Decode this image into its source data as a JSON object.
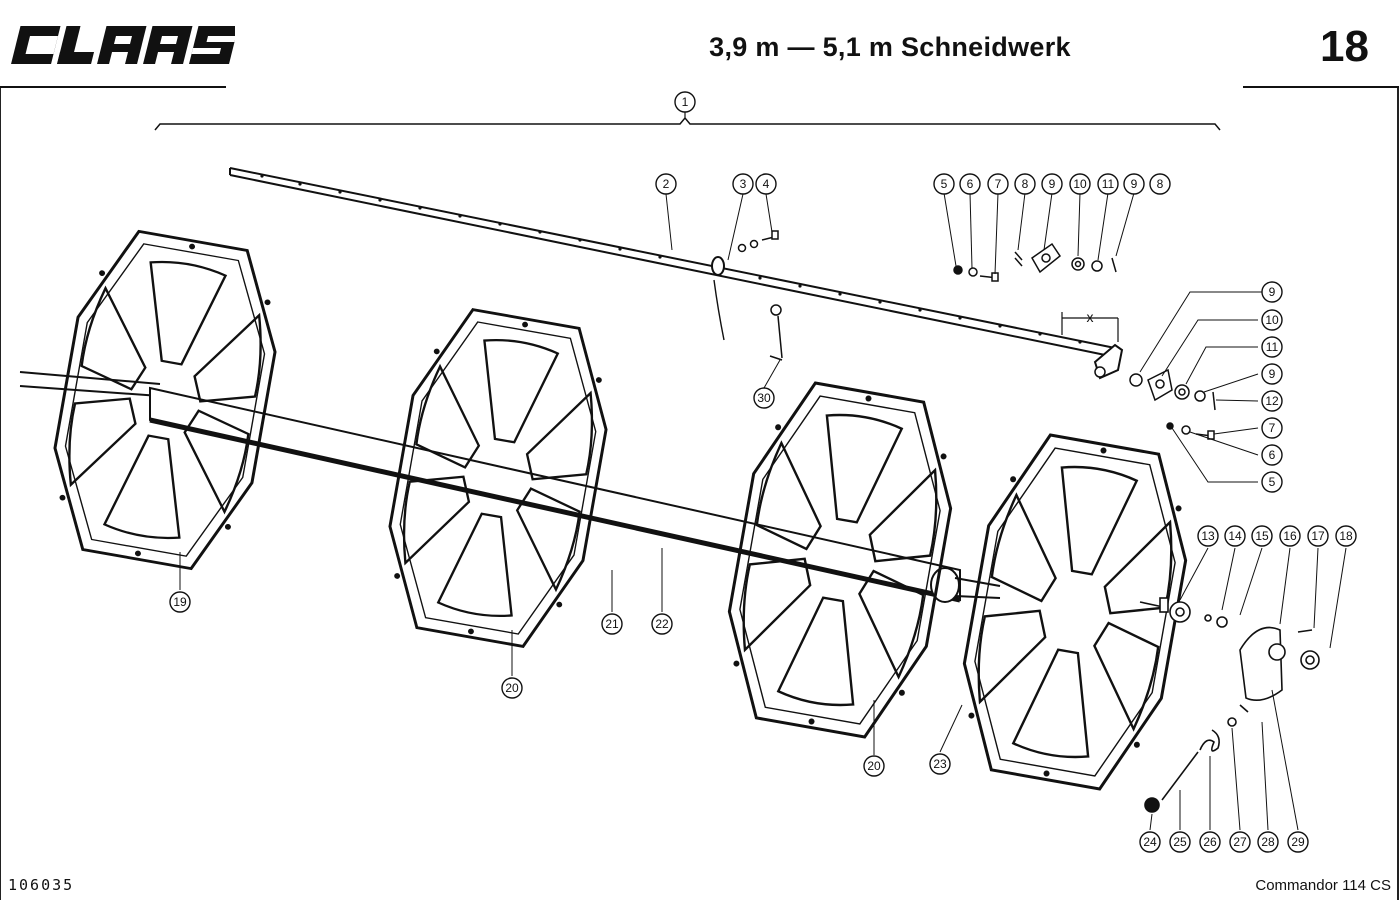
{
  "header": {
    "brand": "CLAAS",
    "title": "3,9 m — 5,1 m Schneidwerk",
    "page_number": "18"
  },
  "footer": {
    "drawing_number": "106035",
    "model": "Commandor 114 CS"
  },
  "callouts": [
    {
      "id": "1",
      "label": "1"
    },
    {
      "id": "2",
      "label": "2"
    },
    {
      "id": "3",
      "label": "3"
    },
    {
      "id": "4",
      "label": "4"
    },
    {
      "id": "5a",
      "label": "5"
    },
    {
      "id": "6a",
      "label": "6"
    },
    {
      "id": "7a",
      "label": "7"
    },
    {
      "id": "8a",
      "label": "8"
    },
    {
      "id": "9a",
      "label": "9"
    },
    {
      "id": "10a",
      "label": "10"
    },
    {
      "id": "11a",
      "label": "11"
    },
    {
      "id": "9b",
      "label": "9"
    },
    {
      "id": "8b",
      "label": "8"
    },
    {
      "id": "9c",
      "label": "9"
    },
    {
      "id": "10b",
      "label": "10"
    },
    {
      "id": "11b",
      "label": "11"
    },
    {
      "id": "9d",
      "label": "9"
    },
    {
      "id": "12",
      "label": "12"
    },
    {
      "id": "7b",
      "label": "7"
    },
    {
      "id": "6b",
      "label": "6"
    },
    {
      "id": "5b",
      "label": "5"
    },
    {
      "id": "30",
      "label": "30"
    },
    {
      "id": "19",
      "label": "19"
    },
    {
      "id": "20a",
      "label": "20"
    },
    {
      "id": "21",
      "label": "21"
    },
    {
      "id": "22",
      "label": "22"
    },
    {
      "id": "20b",
      "label": "20"
    },
    {
      "id": "23",
      "label": "23"
    },
    {
      "id": "13",
      "label": "13"
    },
    {
      "id": "14",
      "label": "14"
    },
    {
      "id": "15",
      "label": "15"
    },
    {
      "id": "16",
      "label": "16"
    },
    {
      "id": "17",
      "label": "17"
    },
    {
      "id": "18",
      "label": "18"
    },
    {
      "id": "24",
      "label": "24"
    },
    {
      "id": "25",
      "label": "25"
    },
    {
      "id": "26",
      "label": "26"
    },
    {
      "id": "27",
      "label": "27"
    },
    {
      "id": "28",
      "label": "28"
    },
    {
      "id": "29",
      "label": "29"
    }
  ],
  "dimension_label": "x"
}
